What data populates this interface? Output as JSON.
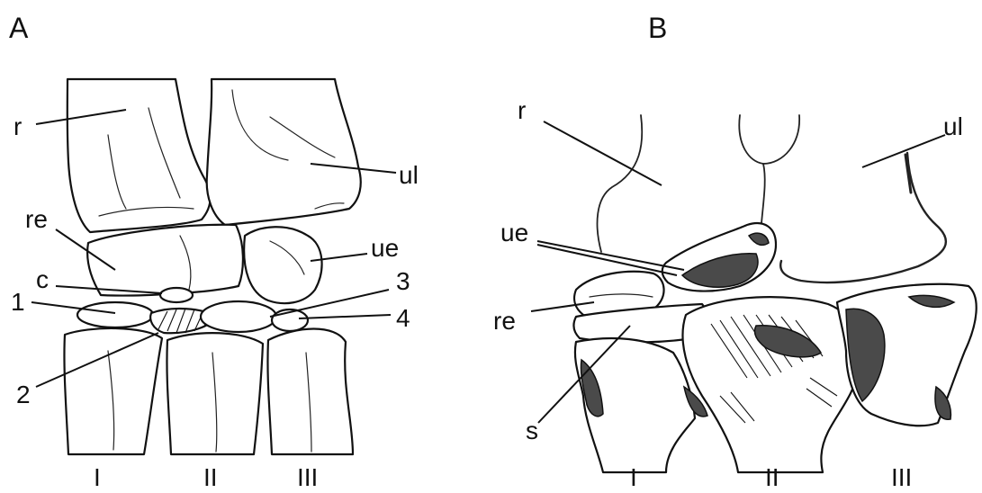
{
  "panels": {
    "A": {
      "letter": "A",
      "labels": {
        "r": "r",
        "ul": "ul",
        "re": "re",
        "ue": "ue",
        "c": "c",
        "n1": "1",
        "n2": "2",
        "n3": "3",
        "n4": "4"
      },
      "digits": [
        "I",
        "II",
        "III"
      ]
    },
    "B": {
      "letter": "B",
      "labels": {
        "r": "r",
        "ul": "ul",
        "ue": "ue",
        "re": "re",
        "s": "s"
      },
      "digits": [
        "I",
        "II",
        "III"
      ]
    }
  }
}
